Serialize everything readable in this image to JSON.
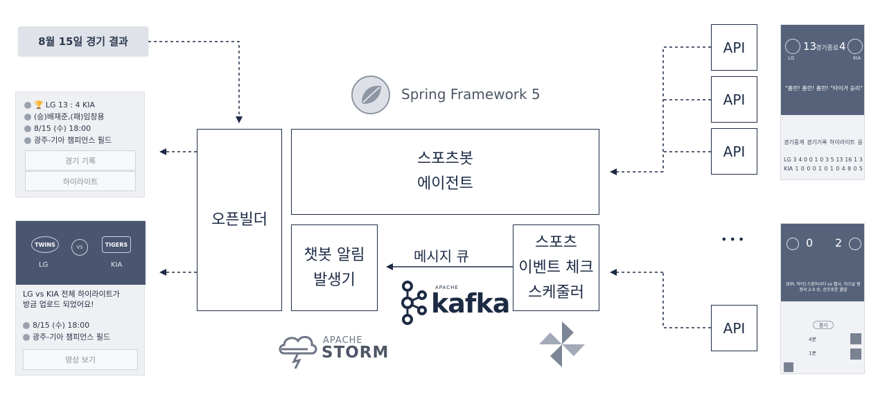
{
  "colors": {
    "navy": "#1c2a44",
    "card_bg": "#eef0f3",
    "hero_bg": "#4a5670"
  },
  "top_tag": "8월 15일 경기 결과",
  "card1": {
    "line1": "LG 13 : 4 KIA",
    "line2": "(승)배재준,(패)임창용",
    "line3": "8/15 (수) 18:00",
    "line4": "광주-기아 챔피언스 필드",
    "button1": "경기 기록",
    "button2": "하이라이트"
  },
  "card2": {
    "team_left": "LG",
    "team_right": "KIA",
    "vs": "VS",
    "logo_left": "TWINS",
    "logo_right": "TIGERS",
    "message": "LG vs KIA 전체 하이라이트가\n방금 업로드 되었어요!",
    "line1": "8/15 (수) 18:00",
    "line2": "광주-기아 챔피언스 필드",
    "button": "영상 보기"
  },
  "spring_label": "Spring Framework 5",
  "boxes": {
    "openbuilder": "오픈빌더",
    "agent": "스포츠봇\n에이전트",
    "notifier": "챗봇 알림\n발생기",
    "scheduler": "스포츠\n이벤트 체크\n스케줄러"
  },
  "queue_label": "메시지 큐",
  "kafka": {
    "apache": "APACHE",
    "name": "kafka"
  },
  "storm": {
    "apache": "APACHE",
    "name": "STORM"
  },
  "apis": [
    "API",
    "API",
    "API",
    "API"
  ],
  "ellipsis": "•••",
  "phone1": {
    "score_left": "13",
    "score_mid": "경기종료",
    "score_right": "4",
    "team_left": "LG",
    "team_right": "KIA",
    "caption": "\"홈런! 홈런! 홈런! \"타이거 승리\"",
    "tabs": [
      "경기중계",
      "경기기록",
      "하이라이트",
      "응"
    ],
    "row1": [
      "LG",
      "3",
      "4",
      "0",
      "0",
      "1",
      "0",
      "3",
      "5",
      "13",
      "16",
      "1",
      "3"
    ],
    "row2": [
      "KIA",
      "1",
      "0",
      "0",
      "0",
      "1",
      "0",
      "1",
      "0",
      "4",
      "8",
      "0",
      "5"
    ]
  },
  "phone2": {
    "score_left": "0",
    "score_right": "2",
    "caption": "[EPL 하이] 스완지시티 vs 첼시, 이스날 원정서 2-0 승, 순조로운 출발",
    "chip": "경기",
    "rows": [
      "4분",
      "1분"
    ]
  }
}
